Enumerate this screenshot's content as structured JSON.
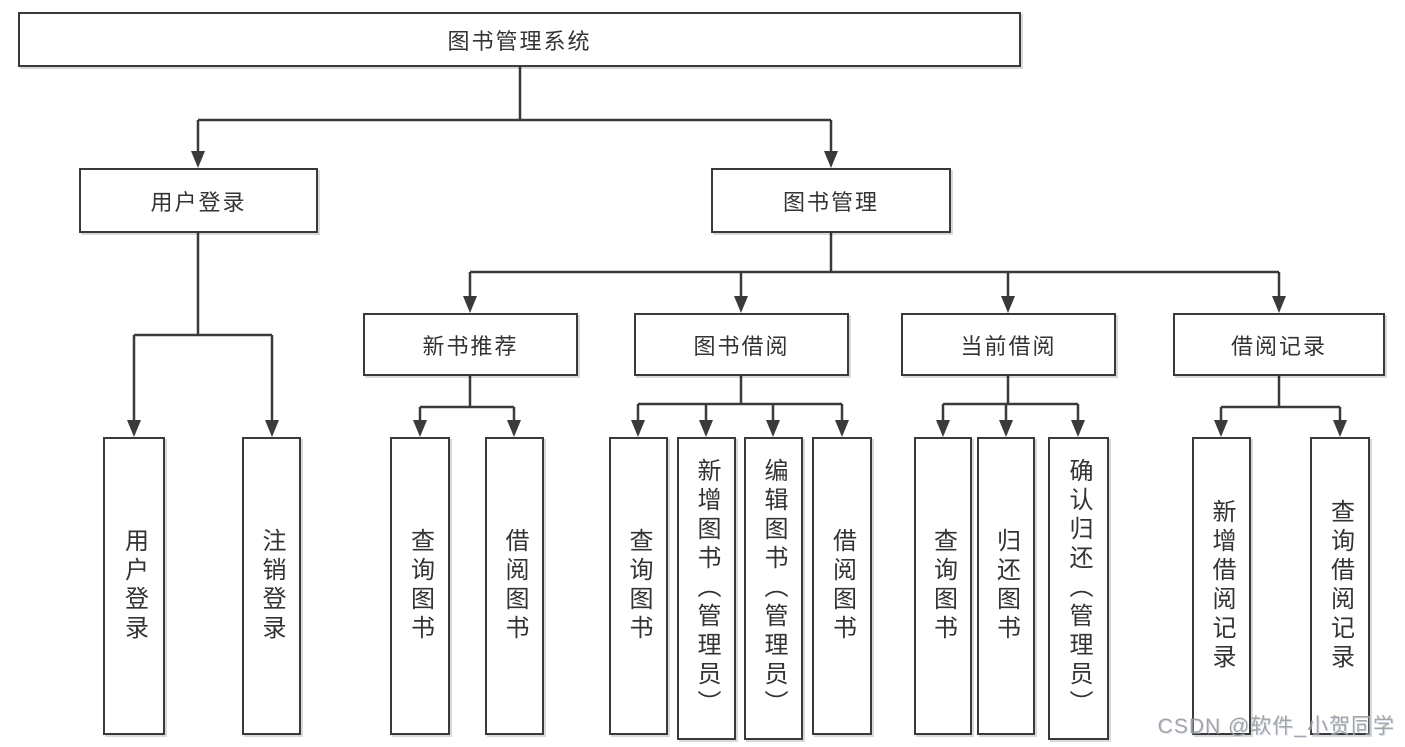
{
  "diagram_title": "图书管理系统",
  "watermark": "CSDN @软件_小贺同学",
  "colors": {
    "line": "#3a3a3a",
    "text": "#333333",
    "background": "#ffffff",
    "watermark": "#9c9c9c"
  },
  "nodes": {
    "root": "图书管理系统",
    "user_login": "用户登录",
    "book_management": "图书管理",
    "new_book_recommendation": "新书推荐",
    "book_borrowing": "图书借阅",
    "current_borrowing": "当前借阅",
    "borrowing_records": "借阅记录",
    "login": "用户登录",
    "logout": "注销登录",
    "recommend_query_books": "查询图书",
    "recommend_borrow_books": "借阅图书",
    "borrowing_query_books": "查询图书",
    "borrowing_add_books_admin": "新增图书（管理员）",
    "borrowing_edit_books_admin": "编辑图书（管理员）",
    "borrowing_borrow_books": "借阅图书",
    "current_query_books": "查询图书",
    "current_return_books": "归还图书",
    "current_confirm_return_admin": "确认归还（管理员）",
    "records_add_record": "新增借阅记录",
    "records_query_record": "查询借阅记录"
  },
  "hierarchy": {
    "root": [
      "user_login",
      "book_management"
    ],
    "user_login": [
      "login",
      "logout"
    ],
    "book_management": [
      "new_book_recommendation",
      "book_borrowing",
      "current_borrowing",
      "borrowing_records"
    ],
    "new_book_recommendation": [
      "recommend_query_books",
      "recommend_borrow_books"
    ],
    "book_borrowing": [
      "borrowing_query_books",
      "borrowing_add_books_admin",
      "borrowing_edit_books_admin",
      "borrowing_borrow_books"
    ],
    "current_borrowing": [
      "current_query_books",
      "current_return_books",
      "current_confirm_return_admin"
    ],
    "borrowing_records": [
      "records_add_record",
      "records_query_record"
    ]
  }
}
